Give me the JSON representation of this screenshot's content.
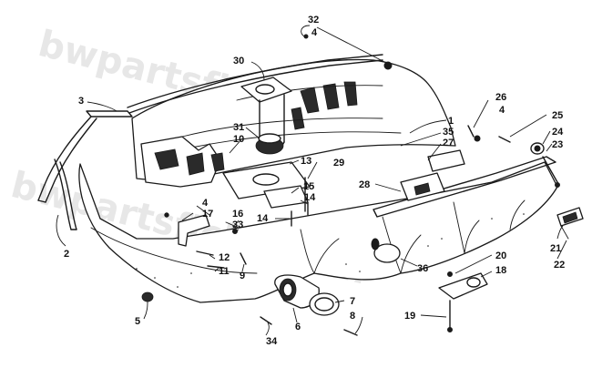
{
  "watermark": {
    "line1": "bwpartsfiche.com",
    "line2": "bwpartsfiche.com"
  },
  "colors": {
    "ink": "#1a1a1a",
    "watermark": "#d4d4d4",
    "background": "#ffffff"
  },
  "callouts": {
    "c1": "1",
    "c2": "2",
    "c3": "3",
    "c4a": "4",
    "c4b": "4",
    "c4c": "4",
    "c5": "5",
    "c6": "6",
    "c7": "7",
    "c8": "8",
    "c9": "9",
    "c10": "10",
    "c11": "11",
    "c12": "12",
    "c13": "13",
    "c14a": "14",
    "c14b": "14",
    "c15": "15",
    "c16": "16",
    "c17": "17",
    "c18": "18",
    "c19": "19",
    "c20": "20",
    "c21": "21",
    "c22": "22",
    "c23": "23",
    "c24": "24",
    "c25": "25",
    "c26": "26",
    "c27": "27",
    "c28": "28",
    "c29": "29",
    "c30": "30",
    "c31": "31",
    "c32": "32",
    "c33": "33",
    "c34": "34",
    "c35": "35",
    "c36": "36"
  }
}
